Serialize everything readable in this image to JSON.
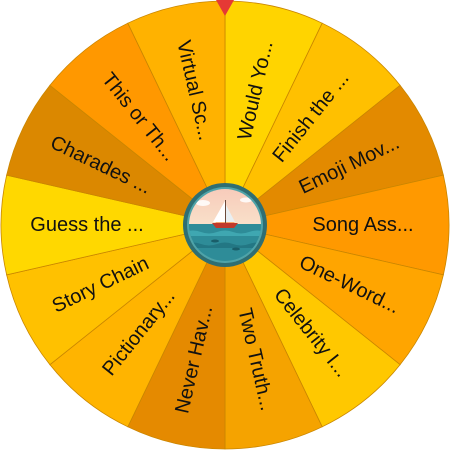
{
  "wheel": {
    "segments": [
      {
        "label": "Would Yo...",
        "color": "#FFD400"
      },
      {
        "label": "Finish the ...",
        "color": "#FFC000"
      },
      {
        "label": "Emoji Mov...",
        "color": "#E38A00"
      },
      {
        "label": "Song Ass...",
        "color": "#FF9900"
      },
      {
        "label": "One-Word...",
        "color": "#FFA500"
      },
      {
        "label": "Celebrity I...",
        "color": "#FFC800"
      },
      {
        "label": "Two Truth...",
        "color": "#F5A300"
      },
      {
        "label": "Never Hav...",
        "color": "#E58A00"
      },
      {
        "label": "Pictionary...",
        "color": "#FFB400"
      },
      {
        "label": "Story Chain",
        "color": "#FFC100"
      },
      {
        "label": "Guess the ...",
        "color": "#FFD800"
      },
      {
        "label": "Charades ...",
        "color": "#DB8800"
      },
      {
        "label": "This or Th...",
        "color": "#FF9800"
      },
      {
        "label": "Virtual Sc...",
        "color": "#FFB200"
      }
    ],
    "pointer_color": "#E53935",
    "text_color": "#111111",
    "divider_color": "#C98600",
    "center_icon": "sailboat-sunset-icon"
  }
}
